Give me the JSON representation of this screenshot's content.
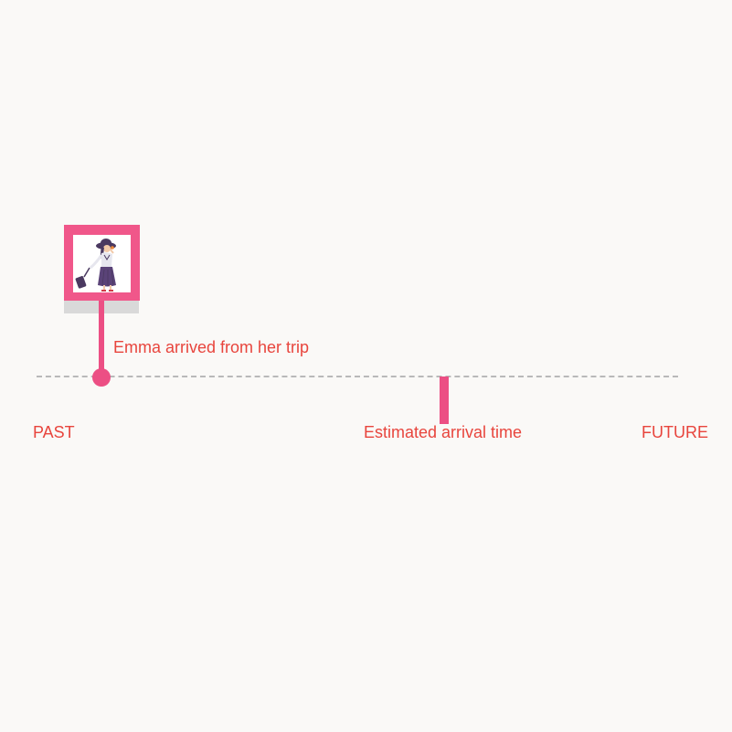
{
  "timeline": {
    "event": {
      "label": "Emma arrived from her trip",
      "photo_icon": "woman-with-suitcase-illustration"
    },
    "estimated_arrival_label": "Estimated arrival time",
    "past_label": "PAST",
    "future_label": "FUTURE"
  },
  "colors": {
    "accent": "#ec4f84",
    "frame": "#f0578a",
    "text": "#e8453d",
    "axis": "#b9b9b9",
    "background": "#faf9f7"
  }
}
